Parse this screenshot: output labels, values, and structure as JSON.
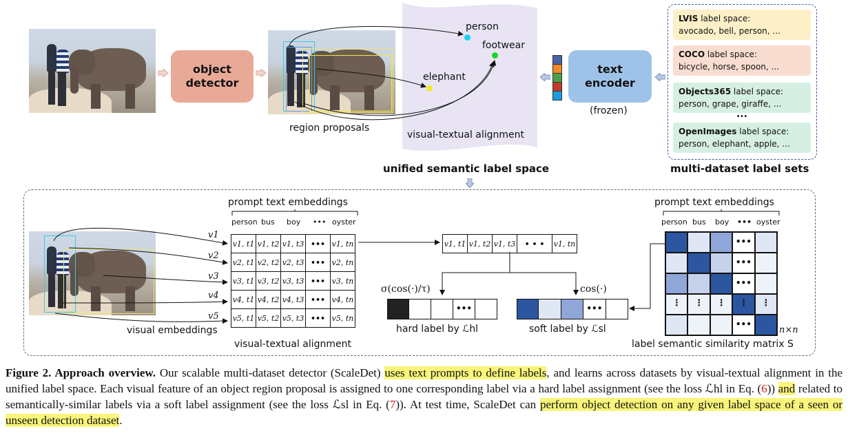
{
  "top": {
    "object_detector": "object\ndetector",
    "region_proposals": "region proposals",
    "visual_textual_alignment": "visual-textual alignment",
    "unified_space": "unified semantic label space",
    "text_encoder": "text\nencoder",
    "frozen": "(frozen)",
    "multi_dataset": "multi-dataset label sets",
    "points": {
      "person": "person",
      "footwear": "footwear",
      "elephant": "elephant"
    },
    "point_colors": {
      "person": "#18d3f0",
      "footwear": "#18d62a",
      "elephant": "#f3e72a"
    },
    "embedding_colors": [
      "#4a62a8",
      "#f08a2a",
      "#4aa04a",
      "#c0392b",
      "#1a9be0"
    ],
    "label_sets": [
      {
        "name": "LVIS",
        "suffix": " label space:",
        "items": "avocado, bell, person, ...",
        "color": "#fdf0c8"
      },
      {
        "name": "COCO",
        "suffix": " label space:",
        "items": "bicycle, horse, spoon, ...",
        "color": "#f9ddd0"
      },
      {
        "name": "Objects365",
        "suffix": " label space:",
        "items": "person, grape, giraffe, ...",
        "color": "#d6efe3"
      },
      {
        "name": "OpenImages",
        "suffix": " label space:",
        "items": "person, elephant, apple, ...",
        "color": "#d6efe3"
      }
    ],
    "dots": "..."
  },
  "bottom": {
    "prompt_text_embeddings": "prompt text embeddings",
    "columns": [
      "person",
      "bus",
      "boy",
      "•••",
      "oyster"
    ],
    "vectors": [
      "v1",
      "v2",
      "v3",
      "v4",
      "v5"
    ],
    "visual_embeddings": "visual embeddings",
    "alignment": "visual-textual alignment",
    "grid_rows": [
      [
        "v1, t1",
        "v1, t2",
        "v1, t3",
        "•••",
        "v1, tn"
      ],
      [
        "v2, t1",
        "v2, t2",
        "v2, t3",
        "•••",
        "v2, tn"
      ],
      [
        "v3, t1",
        "v3, t2",
        "v3, t3",
        "•••",
        "v3, tn"
      ],
      [
        "v4, t1",
        "v4, t2",
        "v4, t3",
        "•••",
        "v4, tn"
      ],
      [
        "v5, t1",
        "v5, t2",
        "v5, t3",
        "•••",
        "v5, tn"
      ]
    ],
    "row_vector": [
      "v1, t1",
      "v1, t2",
      "v1, t3",
      "• • •",
      "v1, tn"
    ],
    "sigma": "σ(cos(·)/τ)",
    "cos": "cos(·)",
    "hard_label": "hard label by ℒhl",
    "soft_label": "soft label by ℒsl",
    "matrix_label": "label semantic similarity matrix S",
    "nxn": "n×n",
    "soft_colors": [
      "#2c56a0",
      "#dfe6f4",
      "#8fa6d8",
      "#ffffff",
      "#ffffff"
    ],
    "matrix_colors": [
      [
        "#2c56a0",
        "#dfe6f4",
        "#8fa6d8",
        "#ffffff",
        "#dfe6f4"
      ],
      [
        "#dfe6f4",
        "#2c56a0",
        "#c5d2ec",
        "#ffffff",
        "#eef2f9"
      ],
      [
        "#8fa6d8",
        "#c5d2ec",
        "#2c56a0",
        "#ffffff",
        "#eef2f9"
      ],
      [
        "#eef2f9",
        "#eef2f9",
        "#eef2f9",
        "#2c56a0",
        "#dfe6f4"
      ],
      [
        "#dfe6f4",
        "#eef2f9",
        "#eef2f9",
        "#ffffff",
        "#2c56a0"
      ]
    ]
  },
  "caption": {
    "title": "Figure 2. Approach overview.",
    "p1": " Our scalable multi-dataset detector (ScaleDet) ",
    "h1": "uses text prompts to define labels",
    "p2": ", and learns across datasets by visual-textual alignment in the unified label space. Each visual feature of an object region proposal is assigned to one corresponding label via a hard label assignment (see the loss ℒhl in Eq. (",
    "r1": "6",
    "p3": ")) ",
    "h2": "and",
    "p4": " related to semantically-similar labels via a soft label assignment (see the loss ℒsl in Eq. (",
    "r2": "7",
    "p5": ")). At test time, ScaleDet can ",
    "h3": "perform object detection on any given label space of a seen or unseen detection dataset",
    "p6": "."
  }
}
